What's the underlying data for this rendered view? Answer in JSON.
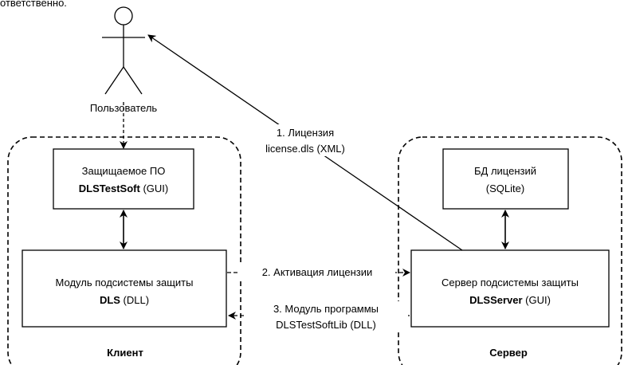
{
  "top_text": "ответственно.",
  "actor": {
    "label": "Пользователь"
  },
  "client": {
    "container_label": "Клиент",
    "protected_sw": {
      "line1": "Защищаемое ПО",
      "line2_bold": "DLSTestSoft",
      "line2_rest": " (GUI)"
    },
    "dls_module": {
      "line1": "Модуль подсистемы защиты",
      "line2_bold": "DLS",
      "line2_rest": " (DLL)"
    }
  },
  "server": {
    "container_label": "Сервер",
    "license_db": {
      "line1": "БД лицензий",
      "line2": "(SQLite)"
    },
    "dls_server": {
      "line1": "Сервер подсистемы защиты",
      "line2_bold": "DLSServer",
      "line2_rest": " (GUI)"
    }
  },
  "arrows": {
    "license": {
      "line1": "1. Лицензия",
      "line2": "license.dls (XML)"
    },
    "activation": {
      "line1": "2. Активация лицензии"
    },
    "program_module": {
      "line1": "3. Модуль программы",
      "line2": "DLSTestSoftLib (DLL)"
    }
  },
  "colors": {
    "stroke": "#000000",
    "background": "#ffffff"
  }
}
